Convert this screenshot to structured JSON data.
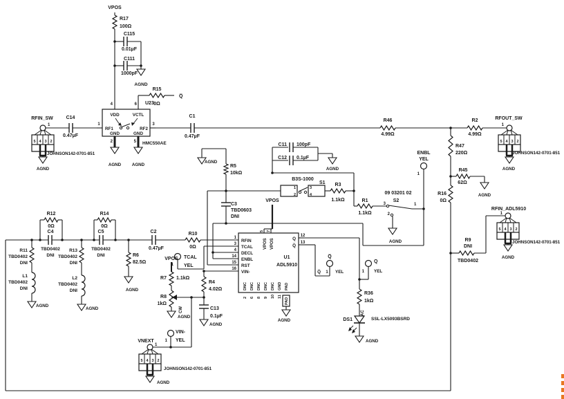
{
  "nets": {
    "vpos": "VPOS",
    "agnd": "AGND",
    "qbar": "Q̅"
  },
  "colors": {
    "wire": "#1a1a1a",
    "background": "#ffffff",
    "accent": "#e87722"
  },
  "components": {
    "R17": {
      "ref": "R17",
      "val": "100Ω"
    },
    "C115": {
      "ref": "C115",
      "val": "0.01µF"
    },
    "C111": {
      "ref": "C111",
      "val": "1000pF"
    },
    "R15": {
      "ref": "R15",
      "val": "0Ω"
    },
    "C14": {
      "ref": "C14",
      "val": "0.47µF"
    },
    "C1": {
      "ref": "C1",
      "val": "0.47µF"
    },
    "R46": {
      "ref": "R46",
      "val": "4.99Ω"
    },
    "R2": {
      "ref": "R2",
      "val": "4.99Ω"
    },
    "R47": {
      "ref": "R47",
      "val": "220Ω"
    },
    "R45": {
      "ref": "R45",
      "val": "62Ω"
    },
    "R16": {
      "ref": "R16",
      "val": "0Ω"
    },
    "R9": {
      "ref": "R9",
      "val": "TBD0402",
      "note": "DNI"
    },
    "C11": {
      "ref": "C11",
      "val": "100pF"
    },
    "C12": {
      "ref": "C12",
      "val": "0.1µF"
    },
    "R5": {
      "ref": "R5",
      "val": "10kΩ"
    },
    "R3": {
      "ref": "R3",
      "val": "1.1kΩ"
    },
    "R1": {
      "ref": "R1",
      "val": "1.1kΩ"
    },
    "C3": {
      "ref": "C3",
      "val": "TBD0603",
      "note": "DNI"
    },
    "R12": {
      "ref": "R12",
      "val": "0Ω"
    },
    "R14": {
      "ref": "R14",
      "val": "0Ω"
    },
    "C4": {
      "ref": "C4",
      "val": "TBD0402",
      "note": "DNI"
    },
    "C5": {
      "ref": "C5",
      "val": "TBD0402",
      "note": "DNI"
    },
    "R11": {
      "ref": "R11",
      "val": "TBD0402",
      "note": "DNI"
    },
    "R13": {
      "ref": "R13",
      "val": "TBD0402",
      "note": "DNI"
    },
    "L1": {
      "ref": "L1",
      "val": "TBD0402",
      "note": "DNI"
    },
    "L2": {
      "ref": "L2",
      "val": "TBD0402",
      "note": "DNI"
    },
    "C2": {
      "ref": "C2",
      "val": "0.47µF"
    },
    "R10": {
      "ref": "R10",
      "val": "0Ω"
    },
    "R6": {
      "ref": "R6",
      "val": "82.5Ω"
    },
    "R7": {
      "ref": "R7",
      "val": "1.1kΩ"
    },
    "R8": {
      "ref": "R8",
      "val": "1kΩ",
      "note": "CW"
    },
    "R4": {
      "ref": "R4",
      "val": "4.02Ω"
    },
    "C13": {
      "ref": "C13",
      "val": "0.1µF"
    },
    "R36": {
      "ref": "R36",
      "val": "1kΩ"
    },
    "DS1": {
      "ref": "DS1",
      "val": "SSL-LX5093BSRD",
      "note": "AC"
    }
  },
  "u23": {
    "ref": "U23",
    "part": "HMC550AE",
    "pins": {
      "p1": {
        "n": "1",
        "l": "RF1"
      },
      "p2": {
        "n": "2",
        "l": "GND"
      },
      "p3": {
        "n": "3",
        "l": "RF2"
      },
      "p4": {
        "n": "4",
        "l": "VDD"
      },
      "p5": {
        "n": "5",
        "l": "GND"
      },
      "p6": {
        "n": "6",
        "l": "VCTL"
      }
    }
  },
  "u1": {
    "ref": "U1",
    "part": "ADL5910",
    "left": [
      {
        "n": "1",
        "l": "RFIN"
      },
      {
        "n": "3",
        "l": "TCAL"
      },
      {
        "n": "4",
        "l": "DECL"
      },
      {
        "n": "14",
        "l": "ENBL"
      },
      {
        "n": "15",
        "l": "RST"
      },
      {
        "n": "16",
        "l": "VIN-"
      }
    ],
    "top": [
      {
        "n": "5",
        "l": "VPOS"
      },
      {
        "n": "7",
        "l": "VPOS"
      }
    ],
    "right": [
      {
        "n": "12",
        "l": "Q"
      },
      {
        "n": "13",
        "l": "Q̅"
      }
    ],
    "bottom": [
      {
        "n": "2",
        "l": "DNC"
      },
      {
        "n": "6",
        "l": "DNC"
      },
      {
        "n": "8",
        "l": "DNC"
      },
      {
        "n": "9",
        "l": "DNC"
      },
      {
        "n": "10",
        "l": "DNC"
      },
      {
        "n": "11",
        "l": "GND"
      },
      {
        "n": "PAD",
        "l": "PAD"
      }
    ]
  },
  "switches": {
    "S1": {
      "ref": "S1",
      "part": "B3S-1000",
      "p1": "1",
      "p2": "2",
      "p3": "3",
      "p4": "4"
    },
    "S2": {
      "ref": "S2",
      "part": "09 03201 02",
      "p1": "1",
      "p2": "2",
      "p3": "3"
    }
  },
  "testpoints": {
    "enbl": {
      "label": "ENBL",
      "color": "YEL",
      "pin": "1"
    },
    "tcal": {
      "label": "TCAL",
      "color": "YEL",
      "pin": "1"
    },
    "vin": {
      "label": "VIN-",
      "color": "YEL",
      "pin": "1"
    },
    "q": {
      "label": "Q",
      "color": "YEL",
      "pin": "1"
    },
    "qbar": {
      "label": "Q̅",
      "net": "Q̅",
      "color": "YEL",
      "pin": "1"
    }
  },
  "connectors": {
    "part": "JOHNSON142-0701-851",
    "pin1": "1",
    "pins": [
      "5",
      "4",
      "3",
      "2"
    ],
    "names": {
      "rfin_sw": "RFIN_SW",
      "rfout_sw": "RFOUT_SW",
      "rfin_adl5910": "RFIN_ADL5910",
      "vnext": "VNEXT"
    }
  }
}
